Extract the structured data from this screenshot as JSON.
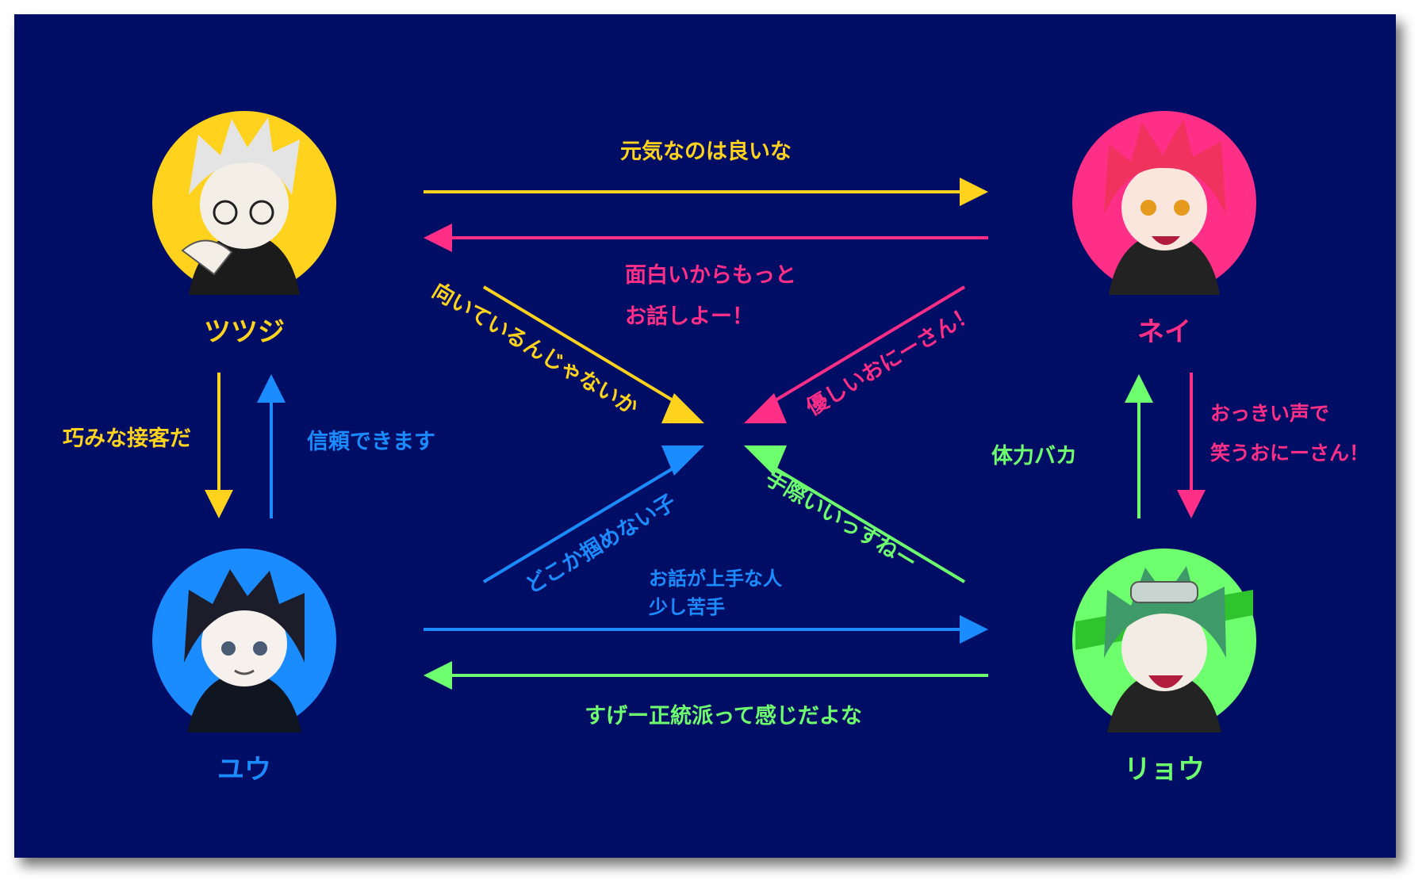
{
  "colors": {
    "background": "#020865",
    "tsutsuji": "#ffd21e",
    "nei": "#ff2e86",
    "yuu": "#1a8cff",
    "ryou": "#6dff6d"
  },
  "characters": {
    "tsutsuji": {
      "name": "ツツジ",
      "accent": "#ffd21e",
      "hair": "#e4e4e4",
      "avatar": "avatar-icon"
    },
    "nei": {
      "name": "ネイ",
      "accent": "#ff2e86",
      "hair": "#f0325e",
      "avatar": "avatar-icon"
    },
    "yuu": {
      "name": "ユウ",
      "accent": "#1a8cff",
      "hair": "#1c1c2a",
      "avatar": "avatar-icon"
    },
    "ryou": {
      "name": "リョウ",
      "accent": "#6dff6d",
      "hair": "#3f9a6a",
      "avatar": "avatar-icon"
    }
  },
  "relations": {
    "tsutsuji_to_nei": "元気なのは良いな",
    "nei_to_tsutsuji_1": "面白いからもっと",
    "nei_to_tsutsuji_2": "お話しよー！",
    "tsutsuji_to_center": "向いているんじゃないか",
    "nei_to_center": "優しいおにーさん！",
    "tsutsuji_to_yuu": "巧みな接客だ",
    "yuu_to_tsutsuji": "信頼できます",
    "ryou_to_nei": "体力バカ",
    "nei_to_ryou_1": "おっきい声で",
    "nei_to_ryou_2": "笑うおにーさん！",
    "yuu_to_center": "どこか掴めない子",
    "ryou_to_center": "手際いいっすねー",
    "yuu_to_ryou_1": "お話が上手な人",
    "yuu_to_ryou_2": "少し苦手",
    "ryou_to_yuu": "すげー正統派って感じだよな"
  }
}
